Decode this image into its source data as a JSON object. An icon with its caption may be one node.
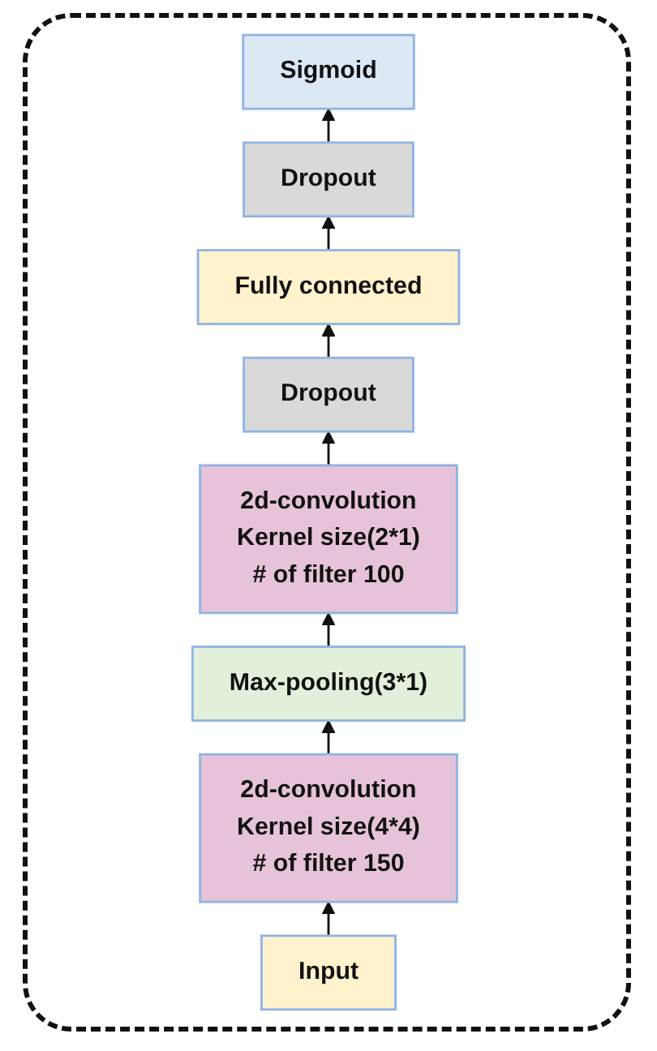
{
  "diagram": {
    "nodes": [
      {
        "text": [
          "Sigmoid"
        ]
      },
      {
        "text": [
          "Dropout"
        ]
      },
      {
        "text": [
          "Fully connected"
        ]
      },
      {
        "text": [
          "Dropout"
        ]
      },
      {
        "text": [
          "2d-convolution",
          "Kernel size(2*1)",
          "# of filter 100"
        ]
      },
      {
        "text": [
          "Max-pooling(3*1)"
        ]
      },
      {
        "text": [
          "2d-convolution",
          "Kernel size(4*4)",
          "# of filter 150"
        ]
      },
      {
        "text": [
          "Input"
        ]
      }
    ],
    "edges": [
      {
        "from": 7,
        "to": 6,
        "arrow": "to"
      },
      {
        "from": 6,
        "to": 5,
        "arrow": "to"
      },
      {
        "from": 5,
        "to": 4,
        "arrow": "to"
      },
      {
        "from": 4,
        "to": 3,
        "arrow": "to"
      },
      {
        "from": 3,
        "to": 2,
        "arrow": "to"
      },
      {
        "from": 2,
        "to": 1,
        "arrow": "to"
      },
      {
        "from": 1,
        "to": 0,
        "arrow": "to"
      }
    ]
  }
}
